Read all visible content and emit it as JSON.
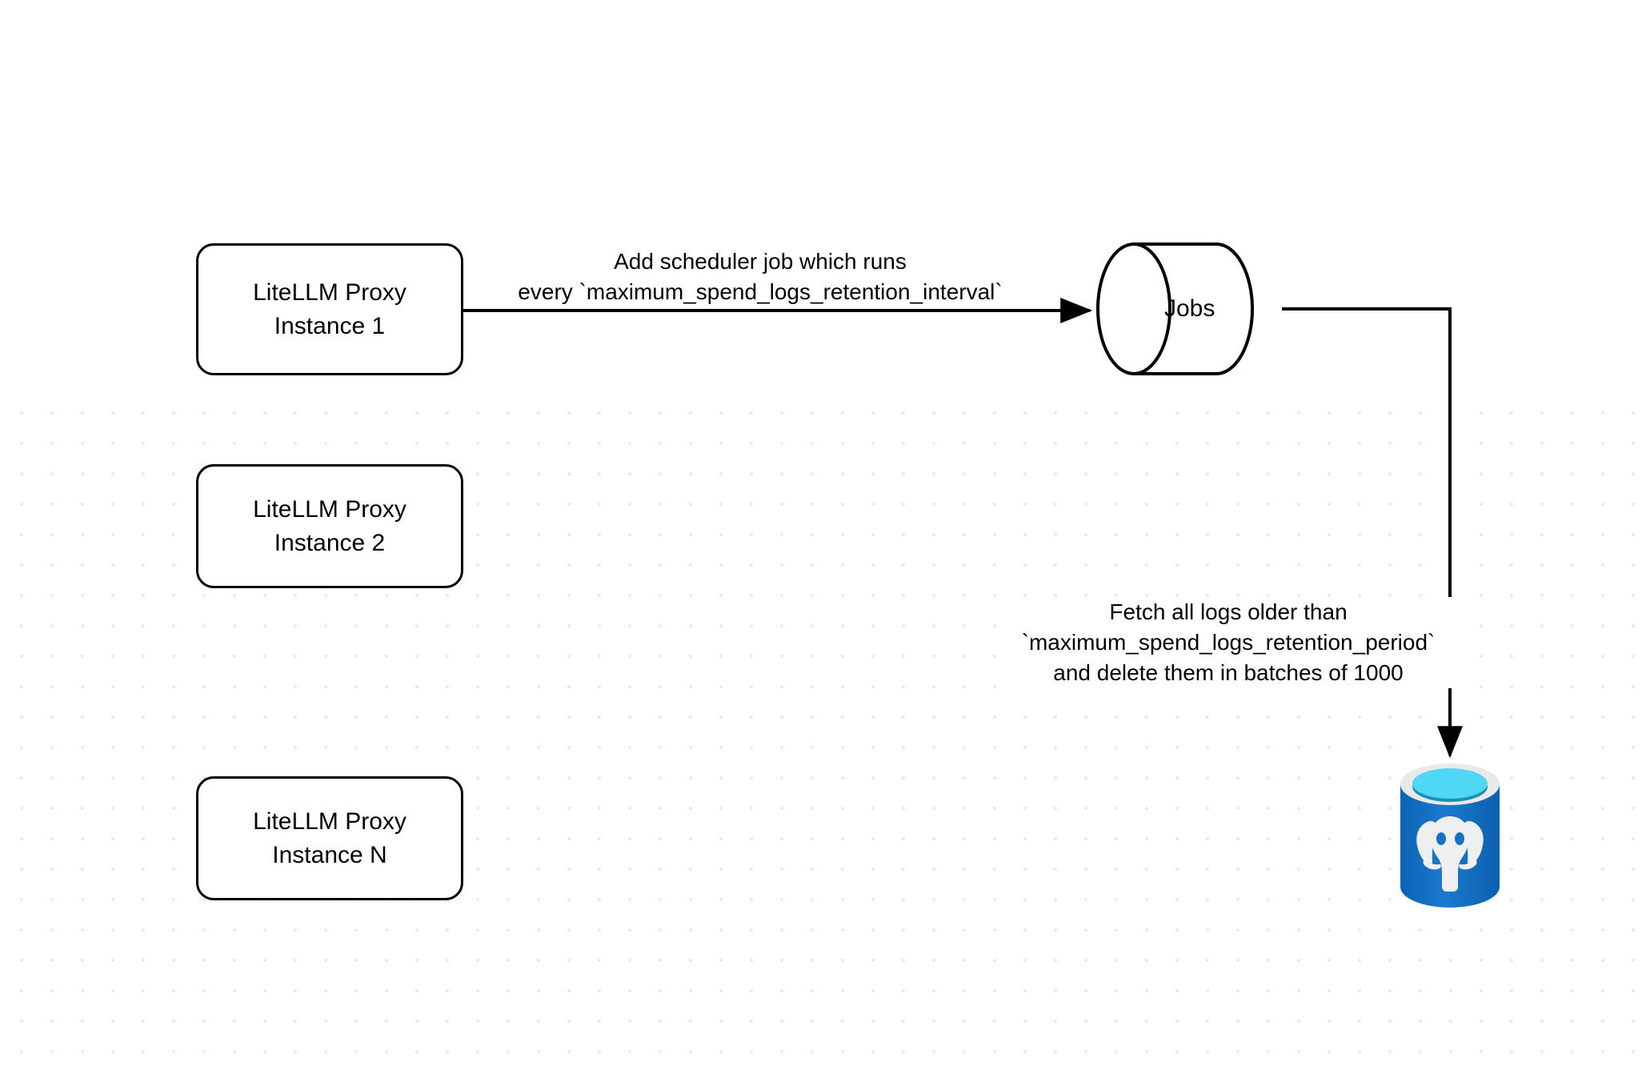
{
  "diagram": {
    "title": "LiteLLM spend logs retention scheduler flow",
    "background_color": "#ffffff",
    "grid_dot_color": "#eaeaea",
    "stroke_color": "#000000"
  },
  "nodes": {
    "proxy_instances": [
      {
        "id": "proxy-1",
        "label": "LiteLLM Proxy\nInstance 1"
      },
      {
        "id": "proxy-2",
        "label": "LiteLLM Proxy\nInstance 2"
      },
      {
        "id": "proxy-3",
        "label": "LiteLLM Proxy\nInstance N"
      }
    ],
    "jobs_queue": {
      "id": "jobs",
      "label": "Jobs",
      "shape": "cylinder"
    },
    "database": {
      "id": "postgres-db",
      "icon": "postgresql-database-icon",
      "body_color": "#1473c6",
      "rim_color": "#e9e9e9",
      "top_color": "#4fd7f5",
      "inner_color": "#1e93b8",
      "logo_color": "#efefef"
    }
  },
  "edges": [
    {
      "id": "edge-proxy1-to-jobs",
      "from": "proxy-1",
      "to": "jobs",
      "label": "Add scheduler job which runs\nevery `maximum_spend_logs_retention_interval`",
      "label_line_1": "Add scheduler job which runs",
      "label_line_2": "every `maximum_spend_logs_retention_interval`"
    },
    {
      "id": "edge-jobs-to-db",
      "from": "jobs",
      "to": "postgres-db",
      "label": "Fetch all logs older than\n`maximum_spend_logs_retention_period`\nand delete them in batches of 1000",
      "label_line_1": "Fetch all logs older than",
      "label_line_2": "`maximum_spend_logs_retention_period`",
      "label_line_3": "and delete them in batches of 1000",
      "batch_size": 1000
    }
  ]
}
